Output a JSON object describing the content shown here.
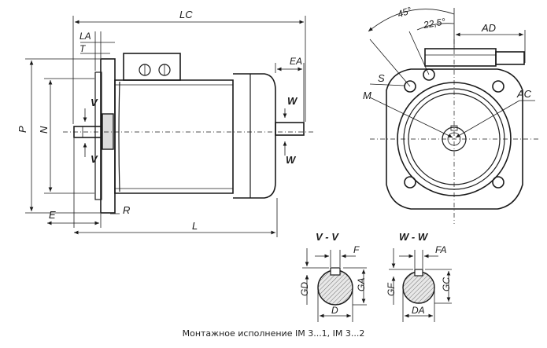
{
  "labels": {
    "LC": "LC",
    "LA": "LA",
    "T": "T",
    "EA": "EA",
    "V": "V",
    "W": "W",
    "P": "P",
    "N": "N",
    "E": "E",
    "R": "R",
    "L": "L",
    "deg45": "45°",
    "deg22": "22,5°",
    "AD": "AD",
    "S": "S",
    "M": "M",
    "AC": "AC",
    "secV": "V - V",
    "secW": "W - W",
    "F": "F",
    "GD": "GD",
    "GA": "GA",
    "D": "D",
    "FA": "FA",
    "GF": "GF",
    "GC": "GC",
    "DA": "DA"
  },
  "caption": "Монтажное исполнение IM 3...1, IM 3...2"
}
